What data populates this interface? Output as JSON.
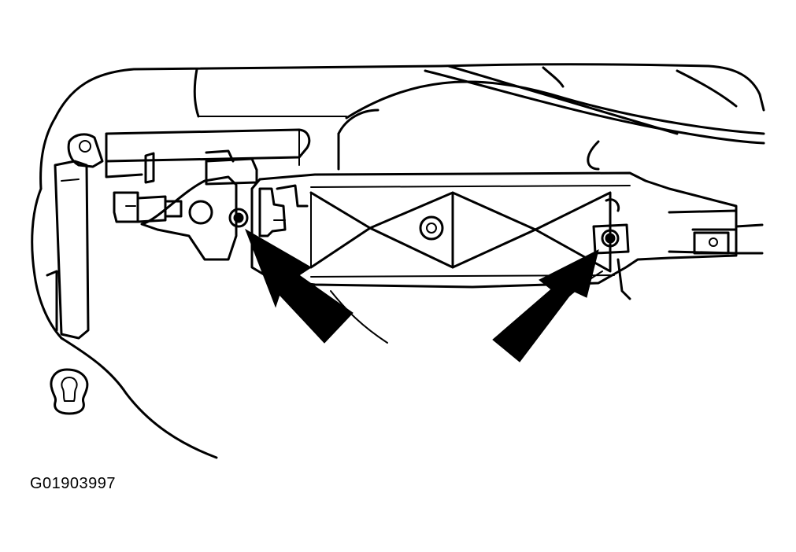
{
  "figure": {
    "id_label": "G01903997",
    "line_color": "#000000",
    "background": "#ffffff"
  },
  "callouts": [
    {
      "name": "retaining-nut-arrow-left",
      "icon": "arrow-icon"
    },
    {
      "name": "retaining-nut-arrow-right",
      "icon": "arrow-icon"
    }
  ]
}
